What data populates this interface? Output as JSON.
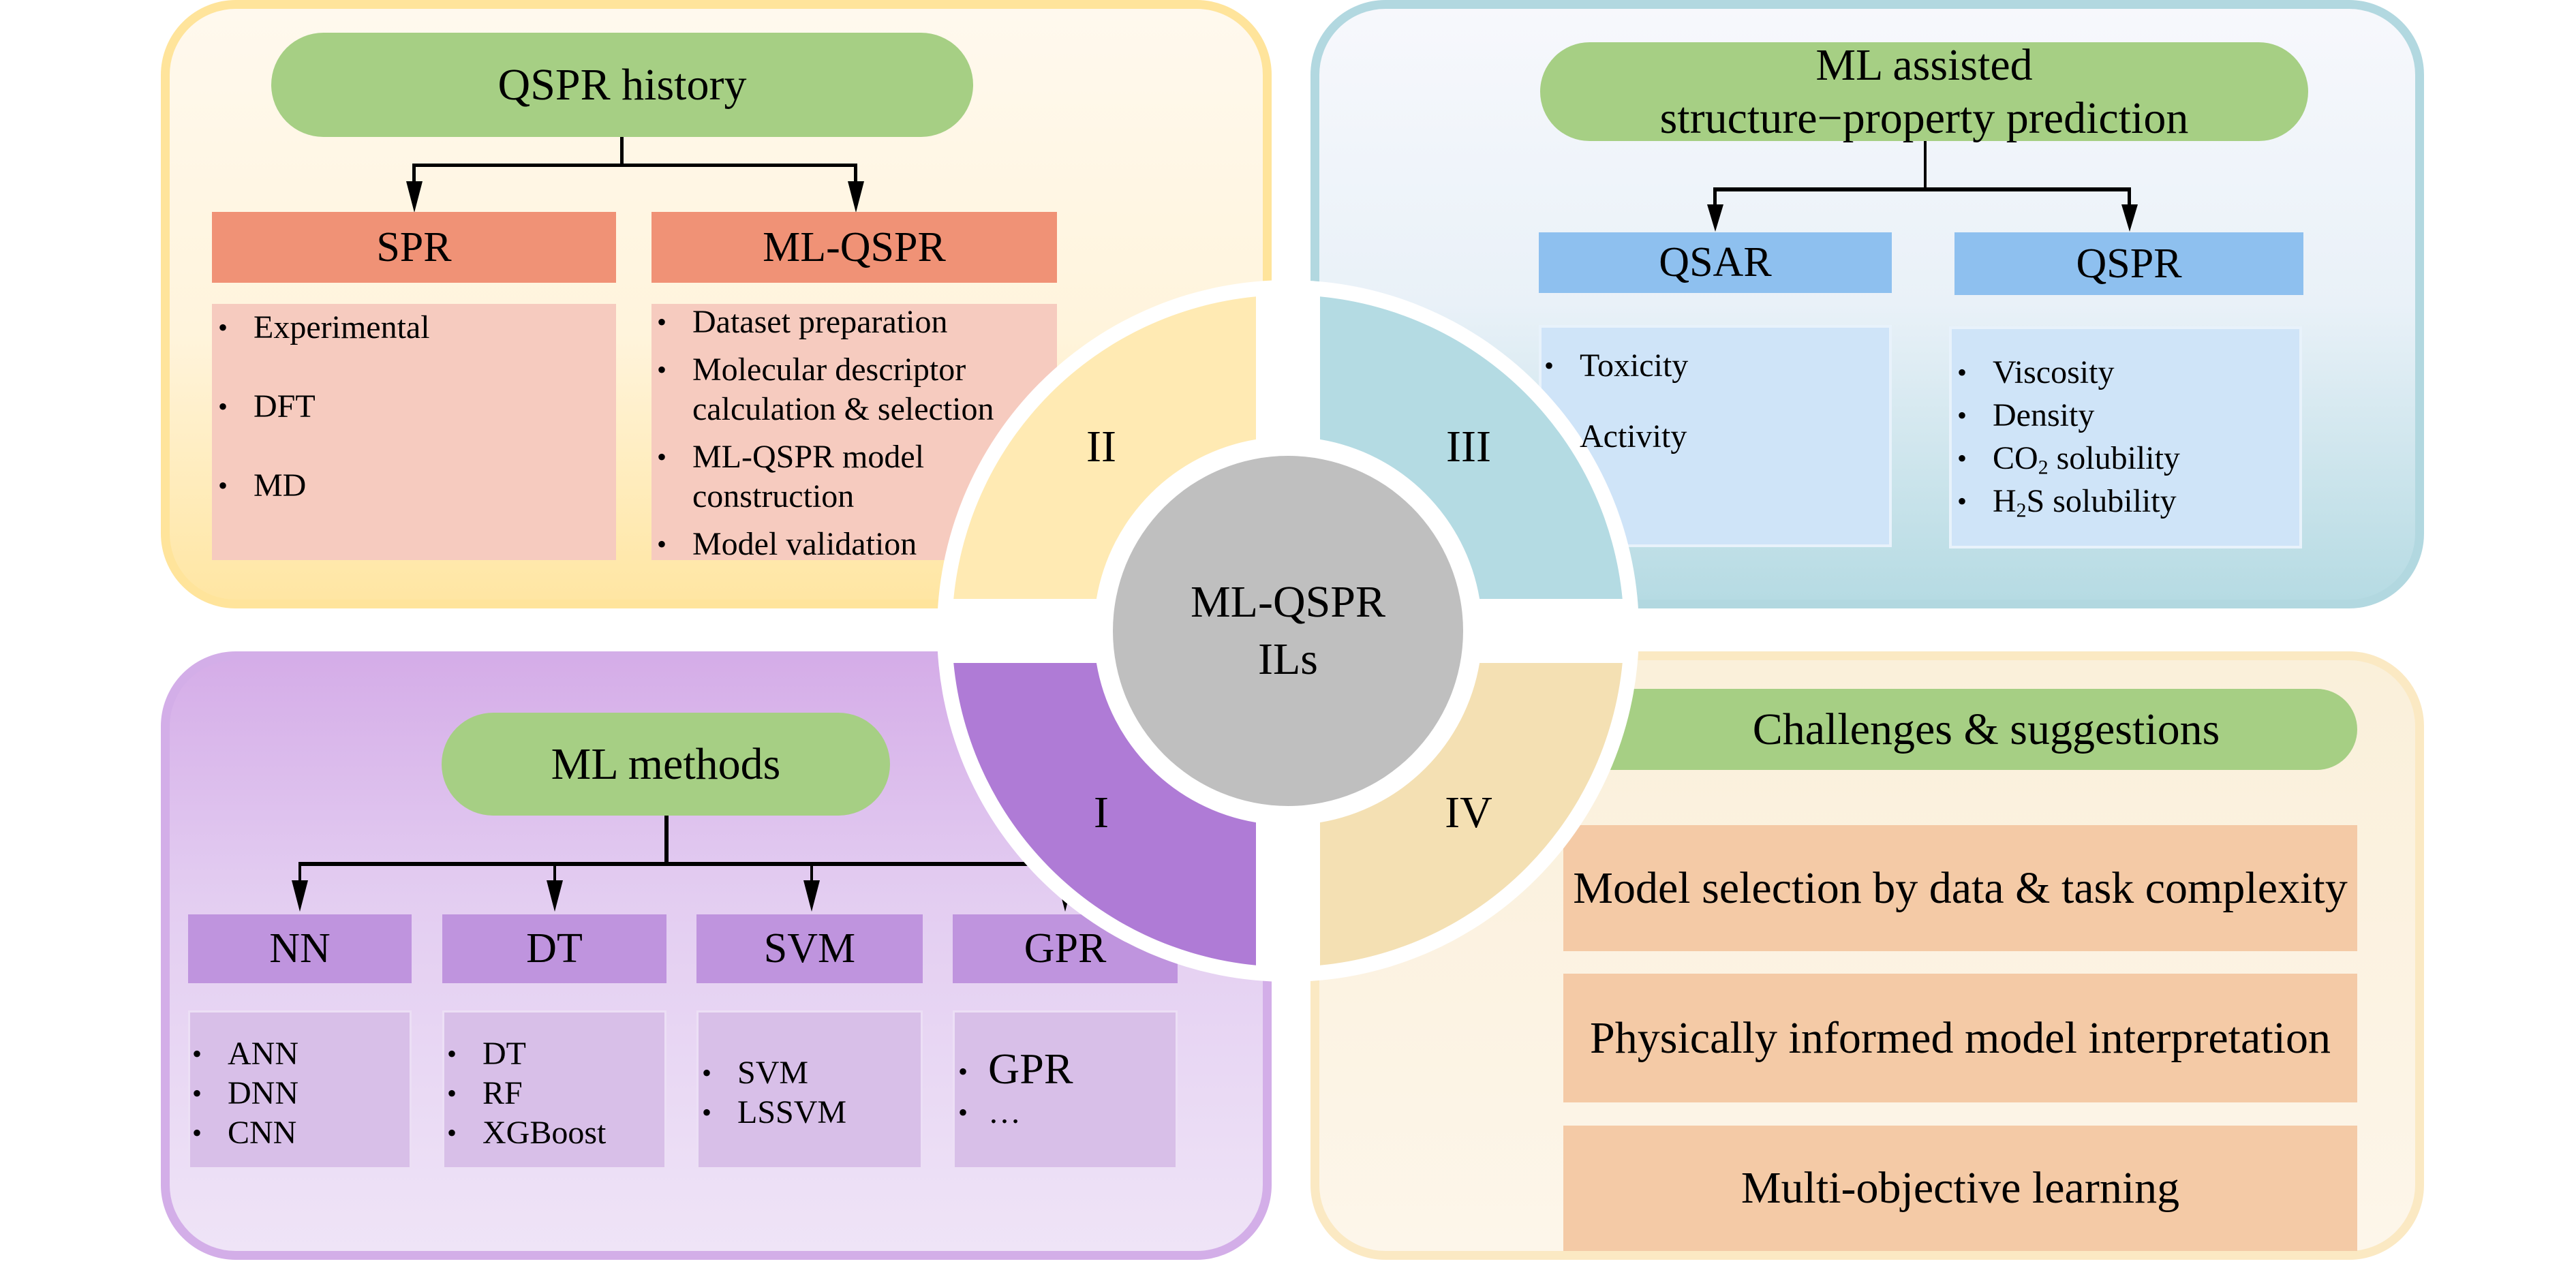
{
  "center": {
    "line1": "ML-QSPR",
    "line2": "ILs"
  },
  "quadrants": [
    {
      "roman": "I",
      "color": "#af7bd6"
    },
    {
      "roman": "II",
      "color": "#ffeab3"
    },
    {
      "roman": "III",
      "color": "#b4dbe3"
    },
    {
      "roman": "IV",
      "color": "#f4e0b3"
    }
  ],
  "top_left": {
    "title": "QSPR history",
    "columns": [
      {
        "header": "SPR",
        "items": [
          "Experimental",
          "DFT",
          "MD"
        ]
      },
      {
        "header": "ML-QSPR",
        "items": [
          "Dataset preparation",
          "Molecular descriptor calculation & selection",
          "ML-QSPR model construction",
          "Model validation"
        ]
      }
    ]
  },
  "top_right": {
    "title_line1": "ML assisted",
    "title_line2": "structure−property prediction",
    "columns": [
      {
        "header": "QSAR",
        "items": [
          "Toxicity",
          "Activity"
        ]
      },
      {
        "header": "QSPR",
        "items": [
          {
            "pre": "Viscosity",
            "sub": "",
            "post": ""
          },
          {
            "pre": "Density",
            "sub": "",
            "post": ""
          },
          {
            "pre": "CO",
            "sub": "2",
            "post": " solubility"
          },
          {
            "pre": "H",
            "sub": "2",
            "post": "S solubility"
          }
        ]
      }
    ]
  },
  "bottom_left": {
    "title": "ML methods",
    "columns": [
      {
        "header": "NN",
        "items": [
          "ANN",
          "DNN",
          "CNN"
        ]
      },
      {
        "header": "DT",
        "items": [
          "DT",
          "RF",
          "XGBoost"
        ]
      },
      {
        "header": "SVM",
        "items": [
          "SVM",
          "LSSVM"
        ]
      },
      {
        "header": "GPR",
        "items": [
          "GPR",
          "…"
        ]
      }
    ]
  },
  "bottom_right": {
    "title": "Challenges & suggestions",
    "items": [
      "Model selection by data & task complexity",
      "Physically informed model interpretation",
      "Multi-objective learning"
    ]
  },
  "bullet_glyph": "•"
}
